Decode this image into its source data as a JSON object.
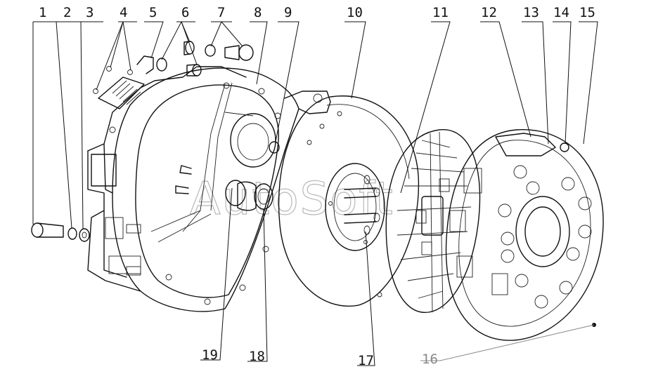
{
  "callouts": [
    {
      "num": "1"
    },
    {
      "num": "2"
    },
    {
      "num": "3"
    },
    {
      "num": "4"
    },
    {
      "num": "5"
    },
    {
      "num": "6"
    },
    {
      "num": "7"
    },
    {
      "num": "8"
    },
    {
      "num": "9"
    },
    {
      "num": "10"
    },
    {
      "num": "11"
    },
    {
      "num": "12"
    },
    {
      "num": "13"
    },
    {
      "num": "14"
    },
    {
      "num": "15"
    },
    {
      "num": "16",
      "color": "#888888"
    },
    {
      "num": "17"
    },
    {
      "num": "18"
    },
    {
      "num": "19"
    }
  ],
  "watermark": "AutoSoft",
  "colors": {
    "line": "#111111",
    "muted_callout": "#888888",
    "watermark": "#b8b8b8"
  }
}
